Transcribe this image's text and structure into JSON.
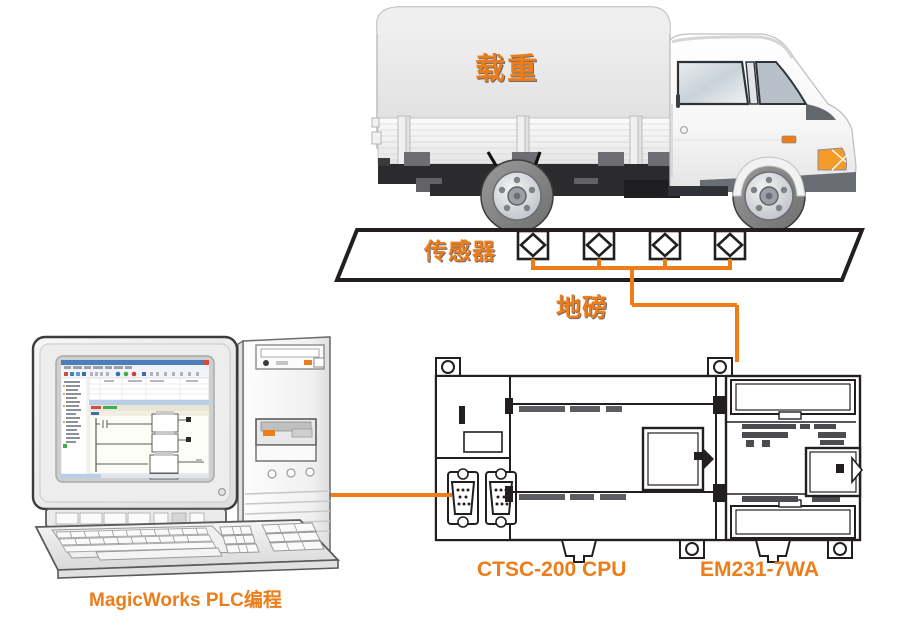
{
  "diagram": {
    "title": "Truck scale (weighbridge) weighing system with PLC",
    "accent_color": "#ED7D19",
    "outline_color": "#231F20"
  },
  "labels": {
    "load": "载重",
    "sensor": "传感器",
    "weighbridge": "地磅",
    "pc_software": "MagicWorks PLC编程",
    "cpu_module": "CTSC-200 CPU",
    "analog_module": "EM231-7WA"
  },
  "sensors": {
    "count": 4,
    "icon": "load-cell-diamond-icon",
    "x_positions": [
      532,
      598,
      664,
      729
    ]
  },
  "connections": [
    {
      "name": "sensor-bus-to-plc",
      "from": "load-cells",
      "to": "EM231-7WA",
      "color": "#ED7D19"
    },
    {
      "name": "pc-to-cpu-serial",
      "from": "MagicWorks PLC编程",
      "to": "CTSC-200 CPU",
      "color": "#ED7D19"
    }
  ],
  "screen": {
    "app": "ladder-logic-editor",
    "panes": [
      "project-tree",
      "symbol-table",
      "ladder-network"
    ]
  },
  "icons": {
    "truck": "cargo-truck-icon",
    "computer": "crt-computer-icon",
    "plc": "plc-module-icon",
    "sensor": "load-cell-icon"
  }
}
